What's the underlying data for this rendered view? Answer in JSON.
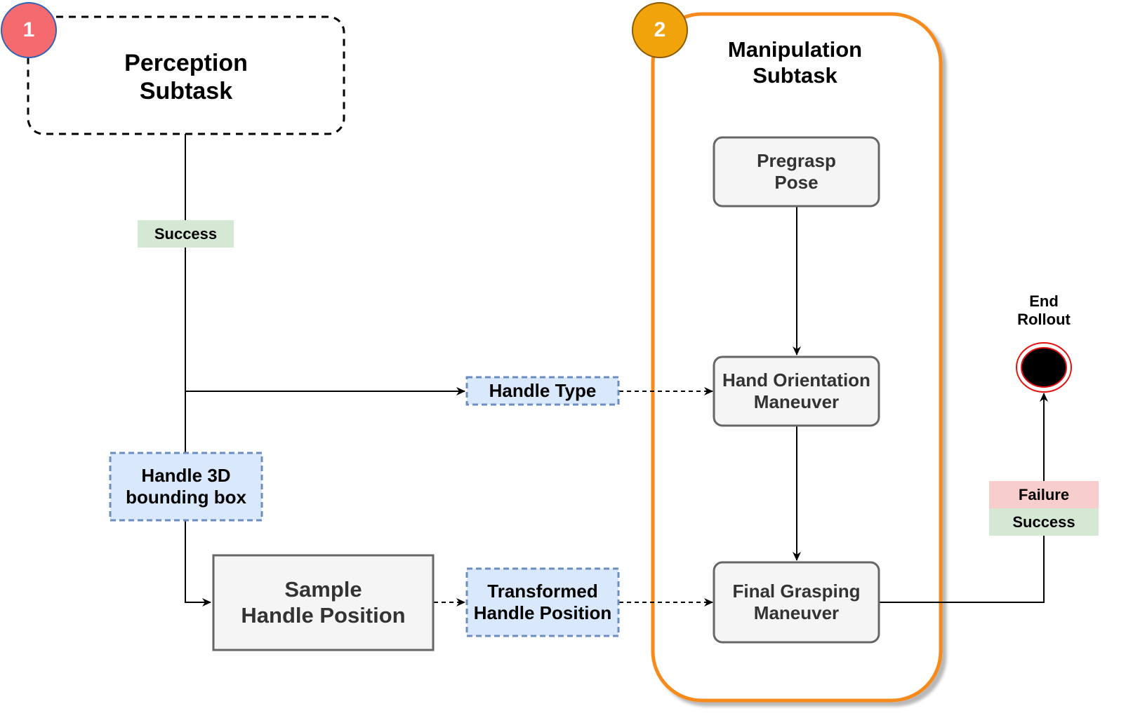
{
  "perception": {
    "badge": "1",
    "title": "Perception\nSubtask",
    "success_label": "Success"
  },
  "manipulation": {
    "badge": "2",
    "title": "Manipulation\nSubtask",
    "pregrasp": "Pregrasp\nPose",
    "hand_orientation": "Hand Orientation\nManeuver",
    "final_grasping": "Final Grasping\nManeuver"
  },
  "data_nodes": {
    "handle_type": "Handle Type",
    "bounding_box": "Handle 3D\nbounding box",
    "transformed_position": "Transformed\nHandle Position"
  },
  "process": {
    "sample_position": "Sample\nHandle Position"
  },
  "end": {
    "label": "End\nRollout",
    "failure_label": "Failure",
    "success_label": "Success"
  },
  "colors": {
    "badge1": "#f46a6e",
    "badge2": "#f0a30a",
    "manipulation_border": "#f78a1d",
    "success_bg": "#d5e8d4",
    "failure_bg": "#f8cecc",
    "data_bg": "#dae8fc",
    "data_border": "#6c8ebf",
    "node_bg": "#f5f5f5",
    "end_ring": "#e0120f"
  }
}
